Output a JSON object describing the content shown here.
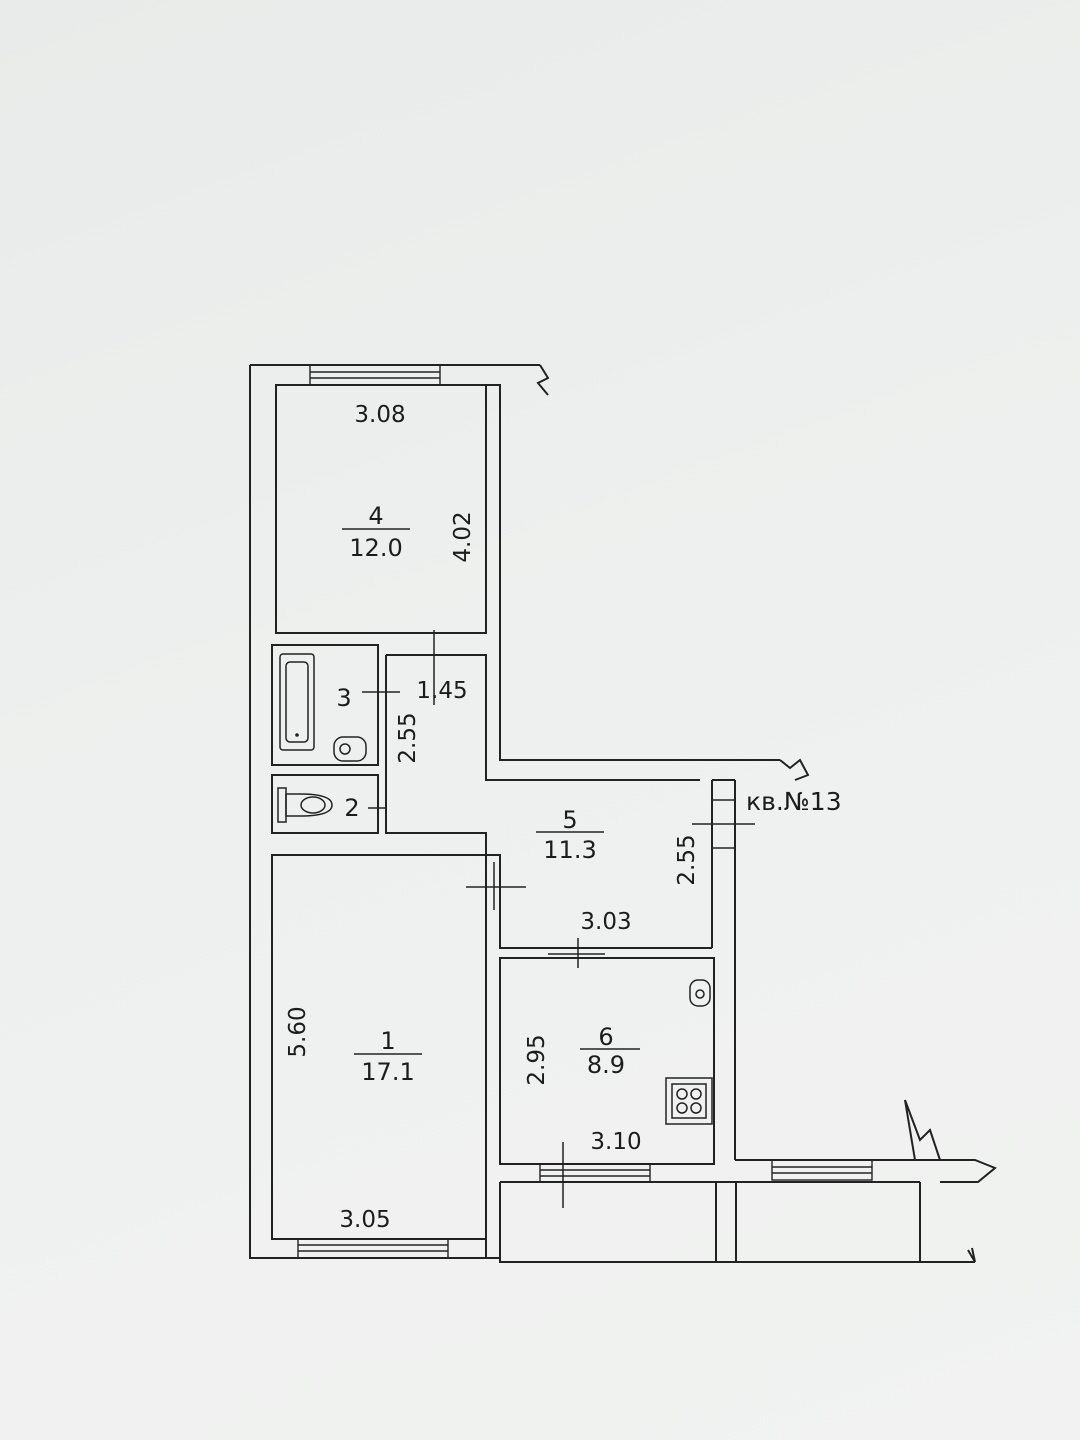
{
  "apartment_label": "кв.№13",
  "rooms": [
    {
      "number": "4",
      "area": "12.0"
    },
    {
      "number": "3"
    },
    {
      "number": "2"
    },
    {
      "number": "5",
      "area": "11.3"
    },
    {
      "number": "1",
      "area": "17.1"
    },
    {
      "number": "6",
      "area": "8.9"
    }
  ],
  "dimensions": {
    "room4_width": "3.08",
    "room4_length": "4.02",
    "corridor_width": "1.45",
    "corridor_length": "2.55",
    "hall_depth": "2.55",
    "hall_width": "3.03",
    "room1_length": "5.60",
    "room1_width": "3.05",
    "kitchen_length": "2.95",
    "kitchen_width": "3.10"
  },
  "fixtures": [
    "bathtub-icon",
    "sink-icon",
    "toilet-icon",
    "kitchen-sink-icon",
    "stove-icon"
  ]
}
